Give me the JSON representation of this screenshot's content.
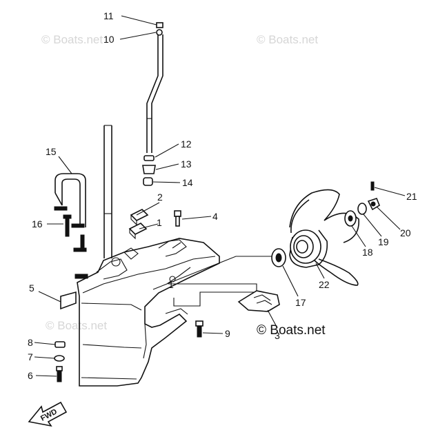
{
  "watermarks": {
    "top_left": "© Boats.net",
    "top_right": "© Boats.net",
    "bottom_left": "© Boats.net",
    "bottom_right": "© Boats.net"
  },
  "fwd_arrow_text": "FWD",
  "part_labels": {
    "p1": "1",
    "p1b": "1",
    "p2": "2",
    "p3": "3",
    "p4": "4",
    "p5": "5",
    "p6": "6",
    "p7": "7",
    "p8": "8",
    "p9": "9",
    "p10": "10",
    "p11": "11",
    "p12": "12",
    "p13": "13",
    "p14": "14",
    "p15": "15",
    "p16": "16",
    "p17": "17",
    "p18": "18",
    "p19": "19",
    "p20": "20",
    "p21": "21",
    "p22": "22"
  }
}
